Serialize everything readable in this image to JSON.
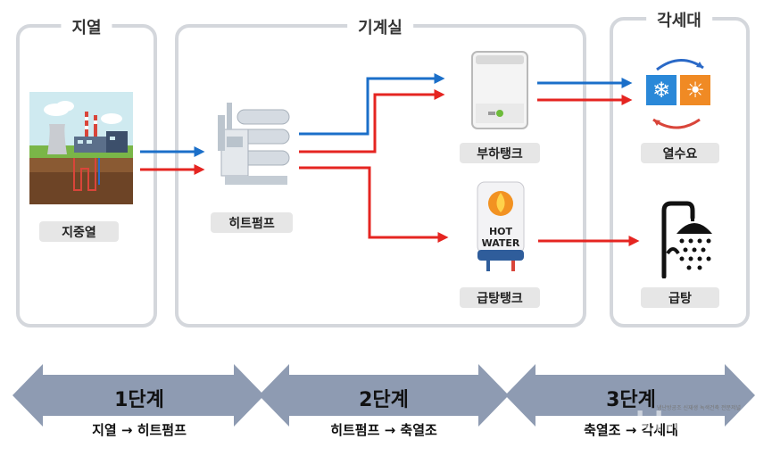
{
  "panels": {
    "geothermal": "지열",
    "machine_room": "기계실",
    "households": "각세대"
  },
  "items": {
    "ground_heat": "지중열",
    "heat_pump": "히트펌프",
    "buffer_tank": "부하탱크",
    "hot_water_tank": "급탕탱크",
    "heat_demand": "열수요",
    "hot_water_supply": "급탕"
  },
  "tank_label": {
    "line1": "HOT",
    "line2": "WATER"
  },
  "stages": [
    {
      "title": "1단계",
      "desc": "지열 → 히트펌프"
    },
    {
      "title": "2단계",
      "desc": "히트펌프 → 축열조"
    },
    {
      "title": "3단계",
      "desc": "축열조 → 각세대"
    }
  ],
  "watermark": {
    "small": "냉난방공조 신재생 녹색건축 전문저널",
    "big": "kharn",
    "suffix": "칸"
  },
  "colors": {
    "supply_line": "#e52521",
    "return_line": "#1b6fc9",
    "banner": "#8e9bb2",
    "panel_border": "#d4d7dc",
    "chip_bg": "#e6e6e6"
  },
  "icons": [
    "geothermal-plant-icon",
    "heat-pump-icon",
    "buffer-tank-icon",
    "hot-water-tank-icon",
    "heating-cooling-icon",
    "shower-icon"
  ]
}
